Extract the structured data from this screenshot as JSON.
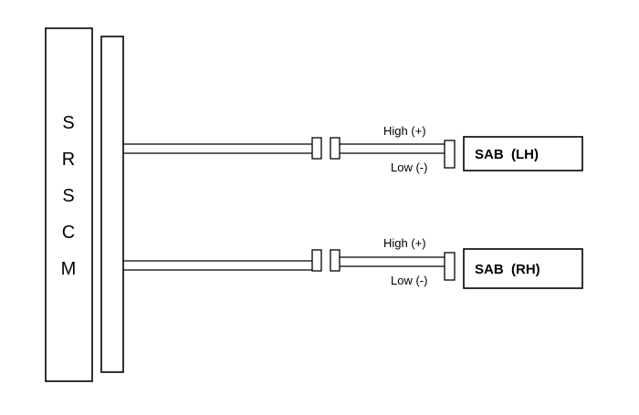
{
  "module": {
    "letters": [
      "S",
      "R",
      "S",
      "C",
      "M"
    ]
  },
  "circuits": [
    {
      "device_label": "SAB  (LH)",
      "high_label": "High (+)",
      "low_label": "Low (-)"
    },
    {
      "device_label": "SAB  (RH)",
      "high_label": "High (+)",
      "low_label": "Low (-)"
    }
  ],
  "colors": {
    "line": "#000000",
    "background": "#ffffff"
  }
}
